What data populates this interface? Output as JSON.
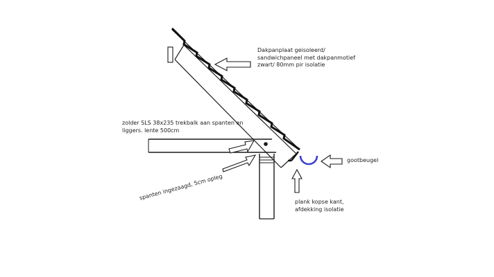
{
  "labels": {
    "roof_panel": "Dakpanplaat geisoleerd/\nsandwichpaneel met dakpanmotief\nzwart/ 80mm pir isolatie",
    "attic_beam": "zolder SLS 38x235 trekbalk aan spanten en\nliggers. lente 500cm",
    "rafters": "spanten ingezaagd, 5cm opleg",
    "gutter_bracket": "gootbeugel",
    "fascia_board": "plank kopse kant,\nafdekking isolatie"
  },
  "colors": {
    "line": "#1a1a1a",
    "roof_tiles": "#111111",
    "gutter": "#3a3fd0"
  }
}
